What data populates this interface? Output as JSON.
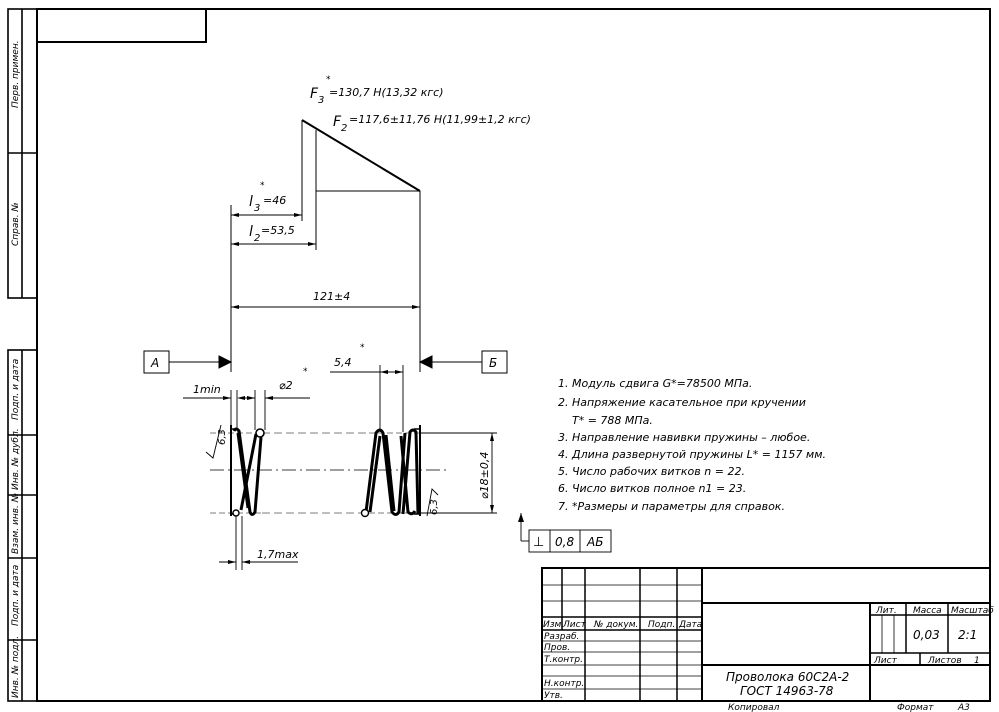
{
  "side_stamp": {
    "perv_primen": "Перв. примен.",
    "sprav_no": "Справ. №",
    "podp_data_1": "Подп. и дата",
    "inv_dubl": "Инв. № дубл.",
    "vzam_inv": "Взам. инв. №",
    "podp_data_2": "Подп. и дата",
    "inv_podl": "Инв. № подл."
  },
  "forces": {
    "f3_sym": "F",
    "f3_sub": "3",
    "f3_star": "*",
    "f3_val": "=130,7 Н(13,32 кгс)",
    "f2_sym": "F",
    "f2_sub": "2",
    "f2_val": "=117,6±11,76 Н(11,99±1,2 кгс)"
  },
  "lengths": {
    "l3_sym": "l",
    "l3_sub": "3",
    "l3_star": "*",
    "l3_val": "=46",
    "l2_sym": "l",
    "l2_sub": "2",
    "l2_val": "=53,5",
    "free_length": "121±4"
  },
  "spring_dims": {
    "datum_a": "А",
    "datum_b": "Б",
    "pitch": "5,4",
    "pitch_star": "*",
    "end_gap": "1min",
    "wire_d": "⌀2",
    "wire_star": "*",
    "rough_left": "6,3",
    "rough_right": "6,3",
    "outer_d": "⌀18±0,4",
    "end_thickness": "1,7max",
    "perp_symbol": "⊥",
    "perp_value": "0,8",
    "perp_datums": "АБ"
  },
  "notes": [
    "1. Модуль сдвига G*=78500 МПа.",
    "2. Напряжение касательное при кручении",
    "T* = 788 МПа.",
    "3. Направление навивки пружины – любое.",
    "4. Длина развернутой пружины L* = 1157 мм.",
    "5. Число рабочих витков n = 22.",
    "6. Число витков полное n1 = 23.",
    "7. *Размеры и параметры для справок."
  ],
  "title_block": {
    "col_izm": "Изм.",
    "col_list": "Лист",
    "col_docnum": "№ докум.",
    "col_podp": "Подп.",
    "col_data": "Дата",
    "row_razrab": "Разраб.",
    "row_prov": "Пров.",
    "row_tkontr": "Т.контр.",
    "row_nkontr": "Н.контр.",
    "row_utv": "Утв.",
    "lit_label": "Лит.",
    "mass_label": "Масса",
    "scale_label": "Масштаб",
    "mass_value": "0,03",
    "scale_value": "2:1",
    "sheet_label": "Лист",
    "sheets_label": "Листов",
    "sheets_value": "1",
    "material_line1": "Проволока 60С2А-2",
    "material_line2": "ГОСТ 14963-78"
  },
  "footer": {
    "copied": "Копировал",
    "format_label": "Формат",
    "format_value": "А3"
  }
}
